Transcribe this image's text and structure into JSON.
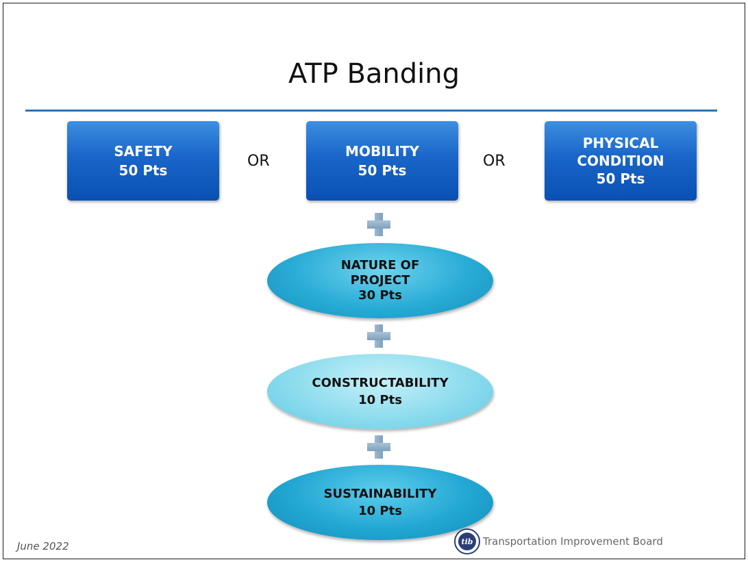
{
  "slide": {
    "title": "ATP Banding",
    "accent_color": "#2e74b5"
  },
  "boxes": [
    {
      "line1": "SAFETY",
      "line2": "",
      "points": "50 Pts"
    },
    {
      "line1": "MOBILITY",
      "line2": "",
      "points": "50 Pts"
    },
    {
      "line1": "PHYSICAL",
      "line2": "CONDITION",
      "points": "50 Pts"
    }
  ],
  "connectors": {
    "or_1": "OR",
    "or_2": "OR"
  },
  "ellipses": [
    {
      "line1": "NATURE OF",
      "line2": "PROJECT",
      "points": "30 Pts"
    },
    {
      "line1": "CONSTRUCTABILITY",
      "points": "10 Pts"
    },
    {
      "line1": "SUSTAINABILITY",
      "points": "10 Pts"
    }
  ],
  "footer": {
    "date": "June 2022",
    "org_name": "Transportation Improvement Board",
    "logo_text": "tib"
  }
}
